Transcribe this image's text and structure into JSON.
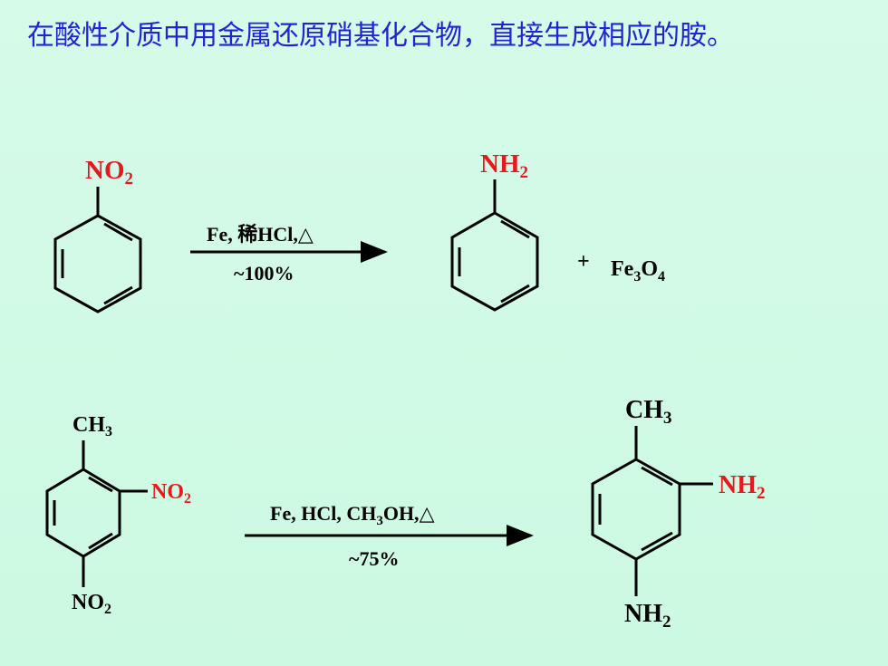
{
  "slide": {
    "heading": "在酸性介质中用金属还原硝基化合物，直接生成相应的胺。"
  },
  "reaction1": {
    "reactant_group": {
      "main": "NO",
      "sub": "2"
    },
    "conditions_top": {
      "reagent": "Fe, 稀HCl,",
      "delta": "△"
    },
    "conditions_bottom": "~100%",
    "product_group": {
      "main": "NH",
      "sub": "2"
    },
    "plus": "+",
    "byproduct": {
      "fe": "Fe",
      "fe_sub": "3",
      "o": "O",
      "o_sub": "4"
    }
  },
  "reaction2": {
    "reactant_top": {
      "main": "CH",
      "sub": "3"
    },
    "reactant_side": {
      "main": "NO",
      "sub": "2"
    },
    "reactant_bottom": {
      "main": "NO",
      "sub": "2"
    },
    "conditions_top": {
      "prefix": "Fe, HCl, CH",
      "sub": "3",
      "suffix": "OH,",
      "delta": "△"
    },
    "conditions_bottom": "~75%",
    "product_top": {
      "main": "CH",
      "sub": "3"
    },
    "product_side": {
      "main": "NH",
      "sub": "2"
    },
    "product_bottom": {
      "main": "NH",
      "sub": "2"
    }
  },
  "colors": {
    "heading": "#2323d6",
    "substituent_red": "#e8181e",
    "bond": "#000000"
  }
}
